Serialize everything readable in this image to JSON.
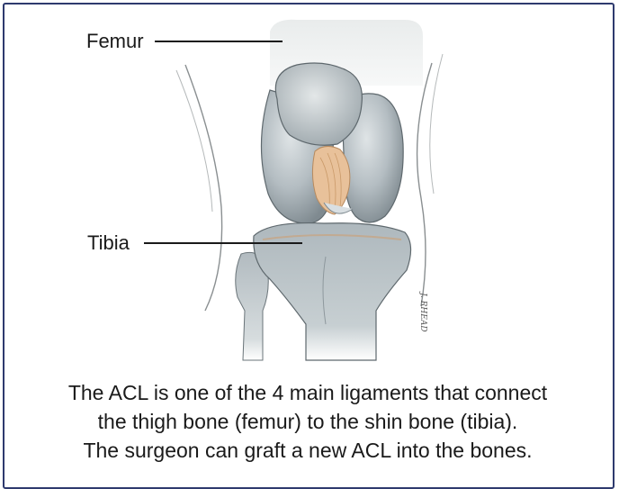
{
  "labels": {
    "femur": "Femur",
    "tibia": "Tibia"
  },
  "signature": "J. RHEAD",
  "caption": {
    "line1": "The ACL is one of the 4 main ligaments that connect",
    "line2": "the thigh bone (femur) to the shin bone (tibia).",
    "line3": "The surgeon can graft a new ACL into the bones."
  },
  "colors": {
    "border": "#2e3a6e",
    "bone": "#b7c0c4",
    "ligament": "#e6b98d",
    "text": "#1a1a1a"
  }
}
